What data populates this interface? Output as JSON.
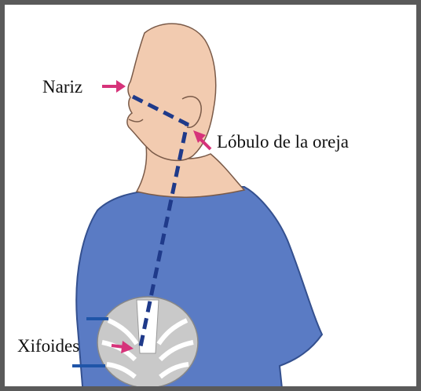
{
  "labels": {
    "nose": "Nariz",
    "earlobe": "Lóbulo de la oreja",
    "xiphoid": "Xifoides"
  },
  "colors": {
    "skin": "#f2cbb0",
    "skin_outline": "#7a5a48",
    "shirt": "#5a7bc4",
    "shirt_outline": "#34508f",
    "arrow": "#d6337a",
    "dashed_line": "#1f3a8a",
    "ribcage": "#b8b8b8",
    "frame": "#5a5a5a",
    "marker_bar": "#1f55a8"
  },
  "icons": [
    "nose-arrow-icon",
    "earlobe-arrow-icon",
    "xiphoid-arrow-icon"
  ]
}
